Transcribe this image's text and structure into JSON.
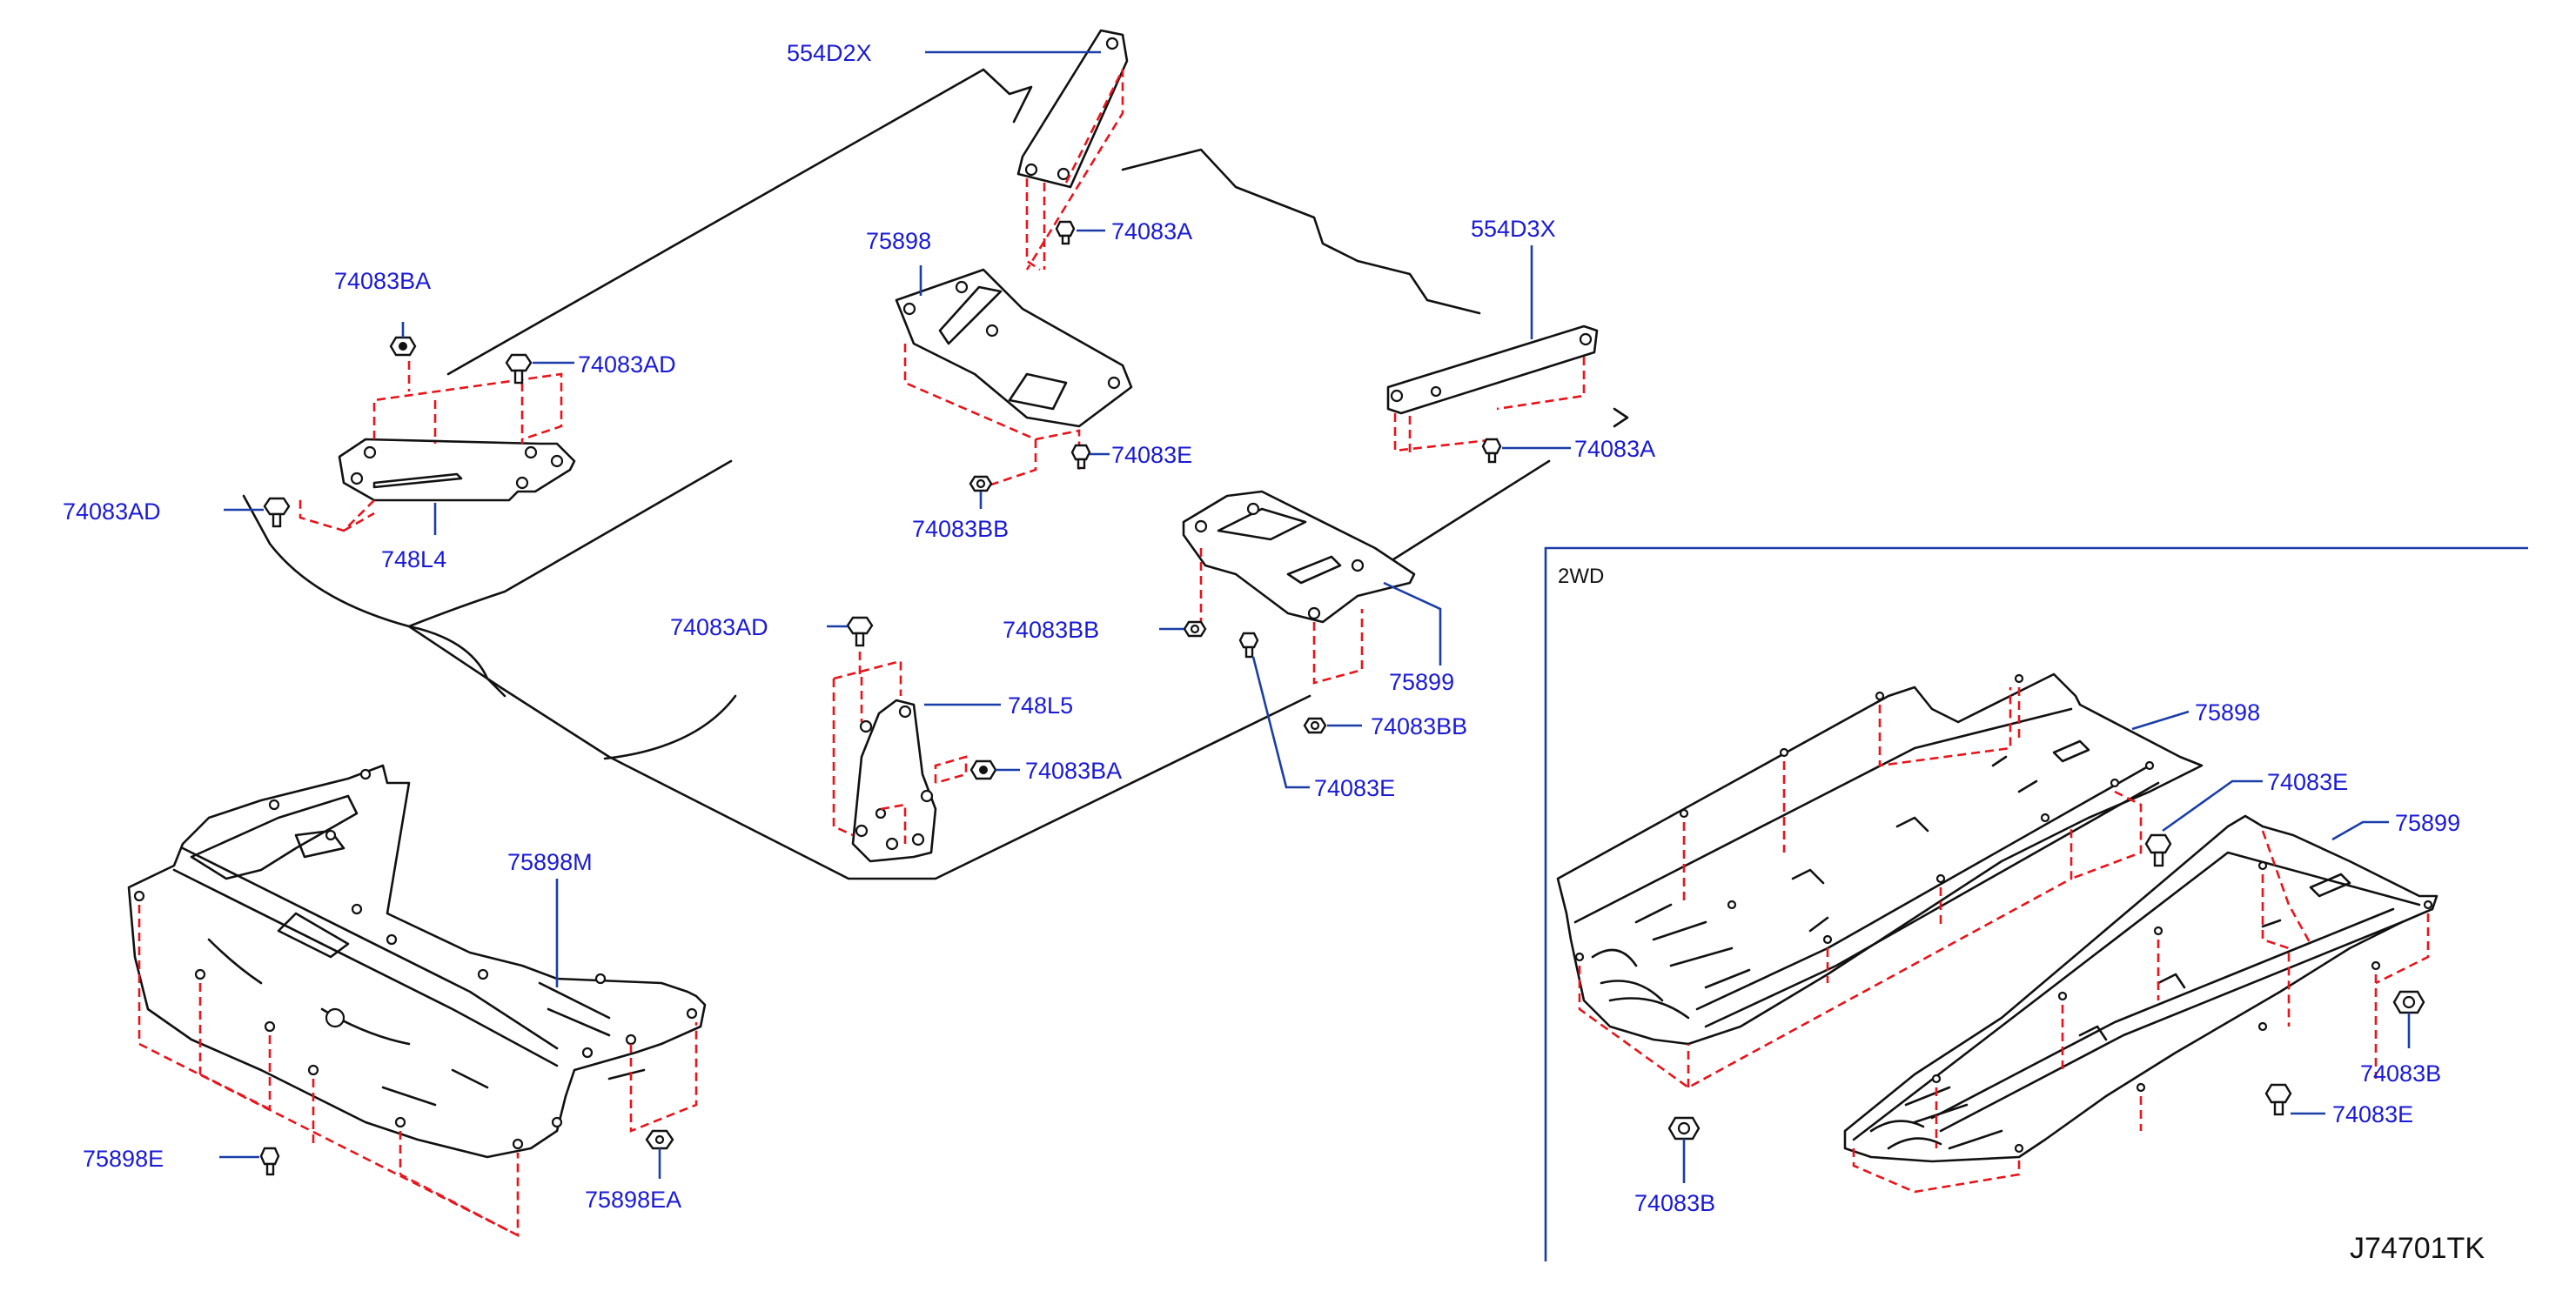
{
  "diagram": {
    "drawing_number": "J74701TK",
    "inset_label": "2WD",
    "callouts": {
      "c_554D2X": "554D2X",
      "c_74083A_1": "74083A",
      "c_75898_top": "75898",
      "c_74083E_1": "74083E",
      "c_74083BB_1": "74083BB",
      "c_554D3X": "554D3X",
      "c_74083A_2": "74083A",
      "c_74083BA_1": "74083BA",
      "c_74083AD_1": "74083AD",
      "c_74083AD_2": "74083AD",
      "c_748L4": "748L4",
      "c_74083AD_3": "74083AD",
      "c_748L5": "748L5",
      "c_74083BA_2": "74083BA",
      "c_74083BB_2": "74083BB",
      "c_75899_top": "75899",
      "c_74083BB_3": "74083BB",
      "c_74083E_2": "74083E",
      "c_75898M": "75898M",
      "c_75898E": "75898E",
      "c_75898EA": "75898EA",
      "c_75898_2wd": "75898",
      "c_74083E_3": "74083E",
      "c_75899_2wd": "75899",
      "c_74083B_1": "74083B",
      "c_74083E_4": "74083E",
      "c_74083B_2": "74083B"
    }
  }
}
